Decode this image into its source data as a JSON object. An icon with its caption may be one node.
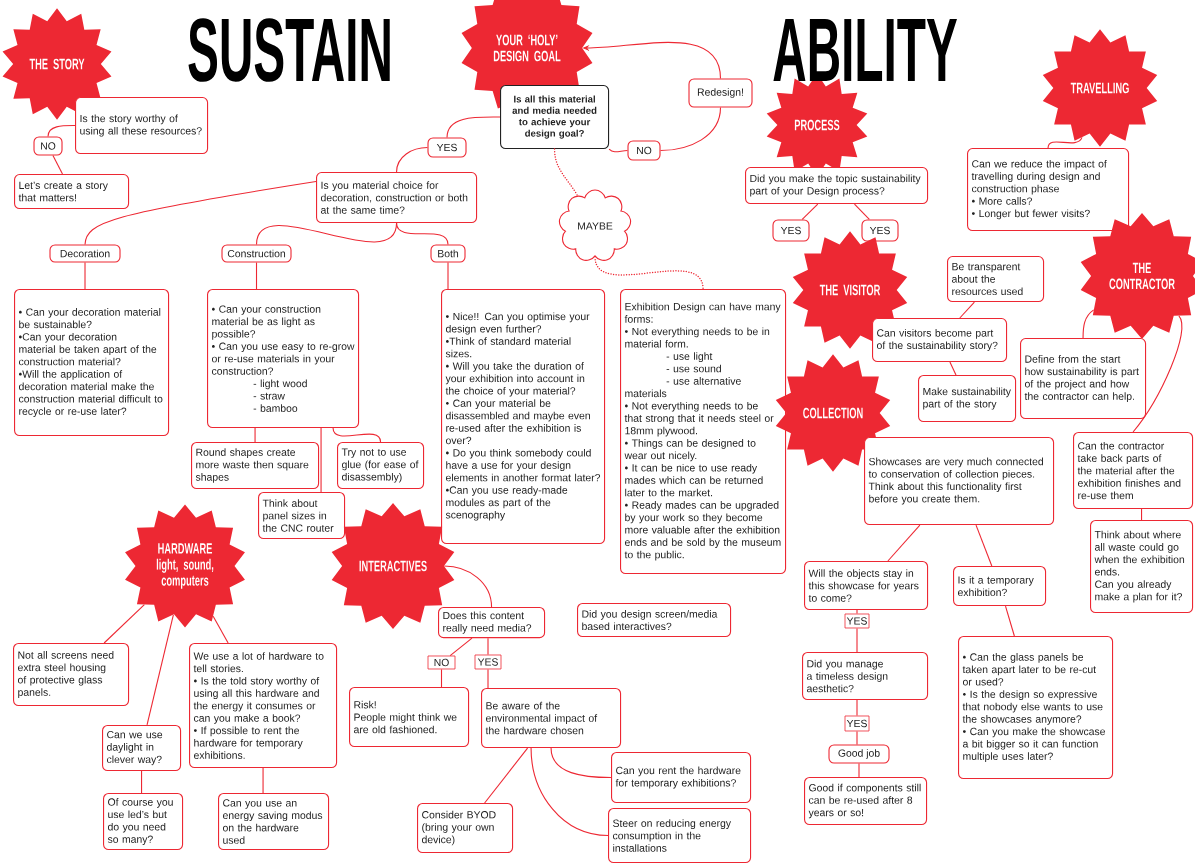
{
  "diagram": {
    "nodes": [
      {
        "text": [
          "THE STORY"
        ]
      },
      {
        "text": [
          "Is the story worthy of using all these resources?"
        ]
      },
      {
        "text": [
          "NO"
        ]
      },
      {
        "text": [
          "Let’s create a story that matters!"
        ]
      },
      {
        "text": [
          "YOUR ‘HOLY’ DESIGN GOAL"
        ]
      },
      {
        "text": [
          "Is all this material and media needed to achieve your design goal?"
        ]
      },
      {
        "text": [
          "YES"
        ]
      },
      {
        "text": [
          "Redesign!"
        ]
      },
      {
        "text": [
          "NO"
        ]
      },
      {
        "text": [
          "MAYBE"
        ]
      },
      {
        "text": [
          "Is you material choice for decoration, construction or both at the same time?"
        ]
      },
      {
        "text": [
          "Decoration"
        ]
      },
      {
        "text": [
          "Construction"
        ]
      },
      {
        "text": [
          "Both"
        ]
      },
      {
        "text": [
          "• Can your decoration material be sustainable?",
          "•Can your decoration material be taken apart of the construction material?",
          "•Will the application of decoration material make the construction material difficult to recycle or re-use later?"
        ]
      },
      {
        "text": [
          "• Can your construction material be as light as possible?",
          "• Can you use easy to re-grow or re-use materials in your construction?",
          "- light wood",
          "- straw",
          "- bamboo"
        ]
      },
      {
        "text": [
          "Round shapes create more waste then square shapes"
        ]
      },
      {
        "text": [
          "Try not to use glue (for ease of disassembly)"
        ]
      },
      {
        "text": [
          "Think about panel sizes in the CNC router"
        ]
      },
      {
        "text": [
          "• Nice!! Can you optimise your design even further?",
          "•Think of standard material sizes.",
          "• Will you take the duration of your exhibition into account in the choice of your material?",
          "• Can your material be disassembled and maybe even re-used after the exhibition is over?",
          "• Do you think somebody could have a use for your design elements in another format later?",
          "•Can you use ready-made modules as part of the scenography"
        ]
      },
      {
        "text": [
          "Exhibition Design can have many forms:",
          "• Not everything needs to be in material form.",
          "- use light",
          "- use sound",
          "- use alternative materials",
          "• Not everything needs to be that strong that it needs steel or 18mm plywood.",
          "• Things can be designed to wear out nicely.",
          "• It can be nice to use ready mades which can be returned later to the market.",
          "• Ready mades can be upgraded by your work so they become more valuable after the exhibition ends and be sold by the museum to the public."
        ]
      },
      {
        "text": [
          "PROCESS"
        ]
      },
      {
        "text": [
          "Did you make the topic sustainability part of your Design process?"
        ]
      },
      {
        "text": [
          "YES"
        ]
      },
      {
        "text": [
          "YES"
        ]
      },
      {
        "text": [
          "TRAVELLING"
        ]
      },
      {
        "text": [
          "Can we reduce the impact of travelling during design and construction phase",
          "• More calls?",
          "• Longer but fewer visits?"
        ]
      },
      {
        "text": [
          "THE VISITOR"
        ]
      },
      {
        "text": [
          "Be transparent about the resources used"
        ]
      },
      {
        "text": [
          "Can visitors become part of the sustainability story?"
        ]
      },
      {
        "text": [
          "Make sustainability part of the story"
        ]
      },
      {
        "text": [
          "THE CONTRACTOR"
        ]
      },
      {
        "text": [
          "Define from the start how sustainability is part of the project and how the contractor can help."
        ]
      },
      {
        "text": [
          "Can the contractor take back parts of the material after the exhibition finishes and re-use them"
        ]
      },
      {
        "text": [
          "Think about where all waste could go when the exhibition ends.",
          "Can you already make a plan for it?"
        ]
      },
      {
        "text": [
          "COLLECTION"
        ]
      },
      {
        "text": [
          "Showcases are very much connected to conservation of collection pieces. Think about this functionality first before you create them."
        ]
      },
      {
        "text": [
          "Will the objects stay in this showcase for years to come?"
        ]
      },
      {
        "text": [
          "Is it a temporary exhibition?"
        ]
      },
      {
        "text": [
          "YES"
        ]
      },
      {
        "text": [
          "Did you manage a timeless design aesthetic?"
        ]
      },
      {
        "text": [
          "YES"
        ]
      },
      {
        "text": [
          "Good job"
        ]
      },
      {
        "text": [
          "Good if components still can be re-used after 8 years or so!"
        ]
      },
      {
        "text": [
          "• Can the glass panels be taken apart later to be re-cut or used?",
          "• Is the design so expressive that nobody else wants to use the showcases anymore?",
          "• Can you make the showcase a bit bigger so it can function multiple uses later?"
        ]
      },
      {
        "text": [
          "HARDWARE",
          "light, sound, computers"
        ]
      },
      {
        "text": [
          "Not all screens need extra steel housing of protective glass panels."
        ]
      },
      {
        "text": [
          "We use a lot of hardware to tell stories.",
          "• Is the told story worthy of using all this hardware and the energy it consumes or can you make a book?",
          "• If possible to rent the hardware for temporary exhibitions."
        ]
      },
      {
        "text": [
          "Can we use daylight in clever way?"
        ]
      },
      {
        "text": [
          "Of course you use led’s but do you need so many?"
        ]
      },
      {
        "text": [
          "Can you use an energy saving modus on the hardware used"
        ]
      },
      {
        "text": [
          "INTERACTIVES"
        ]
      },
      {
        "text": [
          "Does this content really need media?"
        ]
      },
      {
        "text": [
          "Did you design screen/media based interactives?"
        ]
      },
      {
        "text": [
          "NO"
        ]
      },
      {
        "text": [
          "YES"
        ]
      },
      {
        "text": [
          "Risk!",
          "People might think we are old fashioned."
        ]
      },
      {
        "text": [
          "Be aware of the environmental impact of the hardware chosen"
        ]
      },
      {
        "text": [
          "Consider BYOD (bring your own device)"
        ]
      },
      {
        "text": [
          "Can you rent the hardware for temporary exhibitions?"
        ]
      },
      {
        "text": [
          "Steer on reducing energy consumption in the installations"
        ]
      }
    ],
    "edges": [
      {
        "from": 1,
        "to": 2,
        "arrow": "none"
      },
      {
        "from": 2,
        "to": 3,
        "arrow": "none"
      },
      {
        "from": 5,
        "to": 6,
        "arrow": "none"
      },
      {
        "from": 6,
        "to": 10,
        "arrow": "none"
      },
      {
        "from": 5,
        "to": 8,
        "arrow": "none"
      },
      {
        "from": 8,
        "to": 7,
        "arrow": "none"
      },
      {
        "from": 7,
        "to": 4,
        "arrow": "to"
      },
      {
        "from": 5,
        "to": 9,
        "arrow": "none",
        "style": "dashed"
      },
      {
        "from": 9,
        "to": 20,
        "arrow": "none",
        "style": "dashed"
      },
      {
        "from": 10,
        "to": 11,
        "arrow": "none"
      },
      {
        "from": 10,
        "to": 12,
        "arrow": "none"
      },
      {
        "from": 10,
        "to": 13,
        "arrow": "none"
      },
      {
        "from": 11,
        "to": 14,
        "arrow": "none"
      },
      {
        "from": 12,
        "to": 15,
        "arrow": "none"
      },
      {
        "from": 13,
        "to": 19,
        "arrow": "none"
      },
      {
        "from": 15,
        "to": 16,
        "arrow": "none"
      },
      {
        "from": 15,
        "to": 17,
        "arrow": "none"
      },
      {
        "from": 15,
        "to": 18,
        "arrow": "none"
      },
      {
        "from": 22,
        "to": 23,
        "arrow": "none"
      },
      {
        "from": 22,
        "to": 24,
        "arrow": "none"
      },
      {
        "from": 25,
        "to": 26,
        "arrow": "none"
      },
      {
        "from": 28,
        "to": 29,
        "arrow": "none"
      },
      {
        "from": 29,
        "to": 30,
        "arrow": "none"
      },
      {
        "from": 31,
        "to": 32,
        "arrow": "none"
      },
      {
        "from": 31,
        "to": 33,
        "arrow": "none"
      },
      {
        "from": 33,
        "to": 34,
        "arrow": "none"
      },
      {
        "from": 36,
        "to": 37,
        "arrow": "none"
      },
      {
        "from": 36,
        "to": 38,
        "arrow": "none"
      },
      {
        "from": 37,
        "to": 39,
        "arrow": "none"
      },
      {
        "from": 39,
        "to": 40,
        "arrow": "none"
      },
      {
        "from": 40,
        "to": 41,
        "arrow": "none"
      },
      {
        "from": 41,
        "to": 42,
        "arrow": "none"
      },
      {
        "from": 42,
        "to": 43,
        "arrow": "none"
      },
      {
        "from": 38,
        "to": 44,
        "arrow": "none"
      },
      {
        "from": 45,
        "to": 46,
        "arrow": "none"
      },
      {
        "from": 45,
        "to": 48,
        "arrow": "none"
      },
      {
        "from": 45,
        "to": 47,
        "arrow": "none"
      },
      {
        "from": 48,
        "to": 49,
        "arrow": "none"
      },
      {
        "from": 47,
        "to": 50,
        "arrow": "none"
      },
      {
        "from": 51,
        "to": 52,
        "arrow": "none"
      },
      {
        "from": 52,
        "to": 54,
        "arrow": "none"
      },
      {
        "from": 52,
        "to": 55,
        "arrow": "none"
      },
      {
        "from": 54,
        "to": 56,
        "arrow": "none"
      },
      {
        "from": 55,
        "to": 57,
        "arrow": "none"
      },
      {
        "from": 57,
        "to": 58,
        "arrow": "none"
      },
      {
        "from": 57,
        "to": 59,
        "arrow": "none"
      },
      {
        "from": 57,
        "to": 60,
        "arrow": "none"
      }
    ],
    "labels": [
      "SUSTAIN",
      "ABILITY"
    ]
  }
}
